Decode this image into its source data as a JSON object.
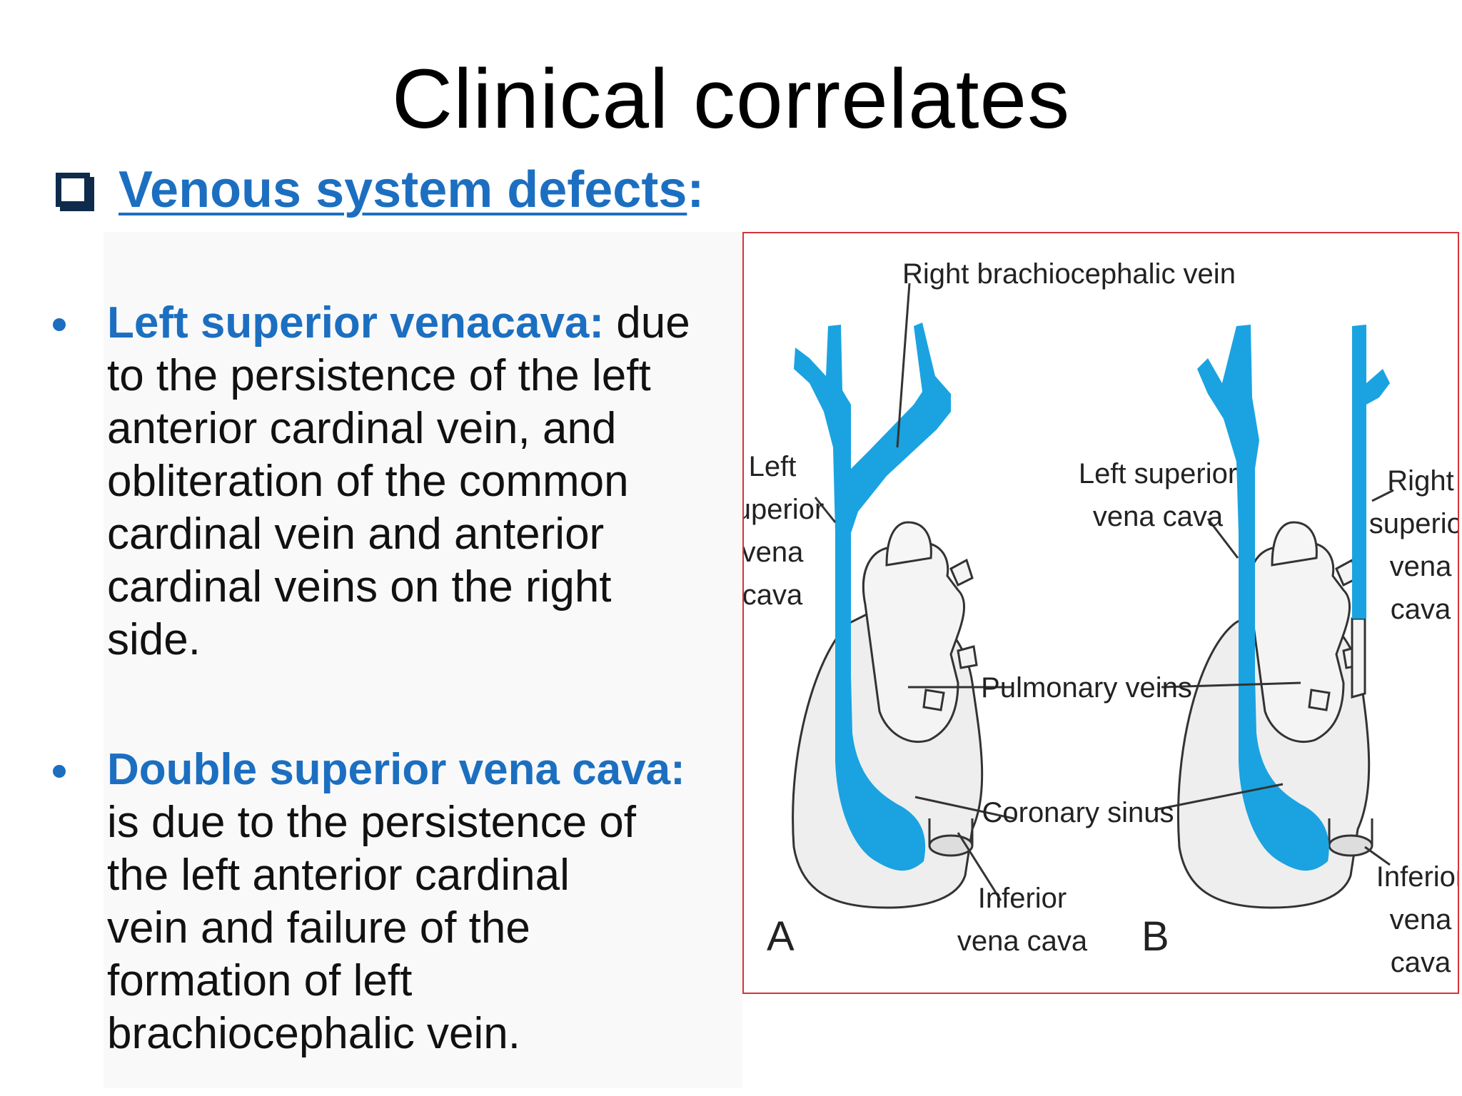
{
  "slide": {
    "title": "Clinical correlates"
  },
  "section": {
    "heading": "Venous system defects",
    "heading_suffix": ":"
  },
  "bullets": [
    {
      "term": "Left superior venacava:",
      "text": " due\nto the persistence of the left\nanterior cardinal vein, and\nobliteration of the common\ncardinal vein and anterior\ncardinal veins on the right\nside."
    },
    {
      "term": "Double superior vena cava:",
      "text": "\nis due to the persistence of\nthe left anterior cardinal\nvein and failure of the\nformation of left\nbrachiocephalic vein."
    }
  ],
  "figure": {
    "labels": {
      "right_brachiocephalic_vein": "Right brachiocephalic vein",
      "a_left_svc_line1": "Left",
      "a_left_svc_line2": "superior",
      "a_left_svc_line3": "vena",
      "a_left_svc_line4": "cava",
      "b_left_svc_line1": "Left superior",
      "b_left_svc_line2": "vena cava",
      "b_right_svc_line1": "Right",
      "b_right_svc_line2": "superior",
      "b_right_svc_line3": "vena",
      "b_right_svc_line4": "cava",
      "pulmonary_veins": "Pulmonary veins",
      "coronary_sinus": "Coronary sinus",
      "a_ivc_line1": "Inferior",
      "a_ivc_line2": "vena cava",
      "b_ivc_line1": "Inferior",
      "b_ivc_line2": "vena",
      "b_ivc_line3": "cava",
      "panel_a": "A",
      "panel_b": "B"
    },
    "colors": {
      "vein": "#1aa3e0",
      "heart_fill": "#eeeeee",
      "outline": "#333333",
      "frame": "#d4343c"
    }
  }
}
